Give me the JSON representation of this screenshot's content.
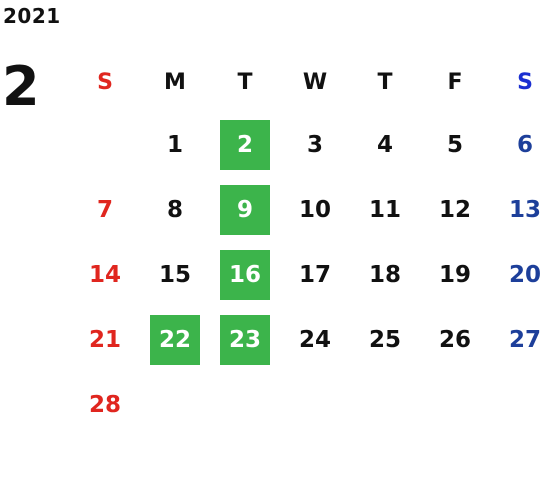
{
  "year": "2021",
  "month": "2",
  "weekdays": [
    "S",
    "M",
    "T",
    "W",
    "T",
    "F",
    "S"
  ],
  "weeks": [
    [
      "",
      "1",
      "2",
      "3",
      "4",
      "5",
      "6"
    ],
    [
      "7",
      "8",
      "9",
      "10",
      "11",
      "12",
      "13"
    ],
    [
      "14",
      "15",
      "16",
      "17",
      "18",
      "19",
      "20"
    ],
    [
      "21",
      "22",
      "23",
      "24",
      "25",
      "26",
      "27"
    ],
    [
      "28",
      "",
      "",
      "",
      "",
      "",
      ""
    ]
  ],
  "highlighted_days": [
    "2",
    "9",
    "16",
    "22",
    "23"
  ],
  "colors": {
    "sunday": "#e0261f",
    "saturday_header": "#1b2fd1",
    "saturday": "#1d3f9a",
    "highlight": "#3cb44b"
  }
}
